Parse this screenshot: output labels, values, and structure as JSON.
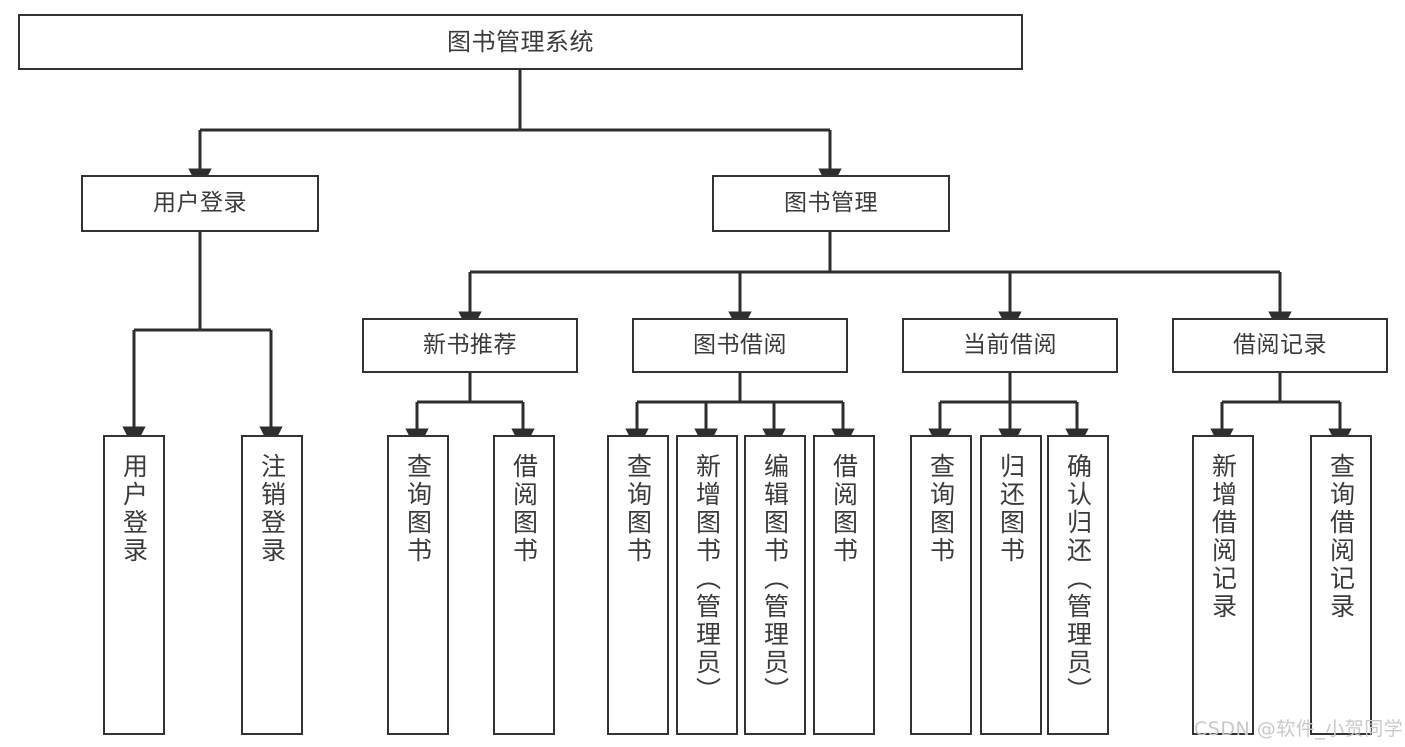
{
  "diagram": {
    "title": "图书管理系统",
    "type": "hierarchy-tree",
    "colors": {
      "box_border": "#333333",
      "box_fill": "#ffffff",
      "text": "#3b3b3b",
      "edge": "#333333",
      "watermark": "#c9c9c9",
      "background": "#ffffff"
    },
    "nodes": {
      "root": {
        "label": "图书管理系统"
      },
      "tier1": [
        {
          "id": "user-login",
          "label": "用户登录"
        },
        {
          "id": "book-management",
          "label": "图书管理"
        }
      ],
      "tier2": [
        {
          "id": "new-book-recommend",
          "label": "新书推荐"
        },
        {
          "id": "book-borrow",
          "label": "图书借阅"
        },
        {
          "id": "current-borrow",
          "label": "当前借阅"
        },
        {
          "id": "borrow-record",
          "label": "借阅记录"
        }
      ],
      "leaves": [
        {
          "id": "leaf-user-login",
          "label": "用户登录"
        },
        {
          "id": "leaf-logout-login",
          "label": "注销登录"
        },
        {
          "id": "leaf-query-book-1",
          "label": "查询图书"
        },
        {
          "id": "leaf-borrow-book-1",
          "label": "借阅图书"
        },
        {
          "id": "leaf-query-book-2",
          "label": "查询图书"
        },
        {
          "id": "leaf-add-book-admin",
          "label": "新增图书（管理员）"
        },
        {
          "id": "leaf-edit-book-admin",
          "label": "编辑图书（管理员）"
        },
        {
          "id": "leaf-borrow-book-2",
          "label": "借阅图书"
        },
        {
          "id": "leaf-query-book-3",
          "label": "查询图书"
        },
        {
          "id": "leaf-return-book",
          "label": "归还图书"
        },
        {
          "id": "leaf-confirm-return-admin",
          "label": "确认归还（管理员）"
        },
        {
          "id": "leaf-add-borrow-record",
          "label": "新增借阅记录"
        },
        {
          "id": "leaf-query-borrow-record",
          "label": "查询借阅记录"
        }
      ]
    },
    "watermark": "CSDN @软件_小贺同学"
  }
}
